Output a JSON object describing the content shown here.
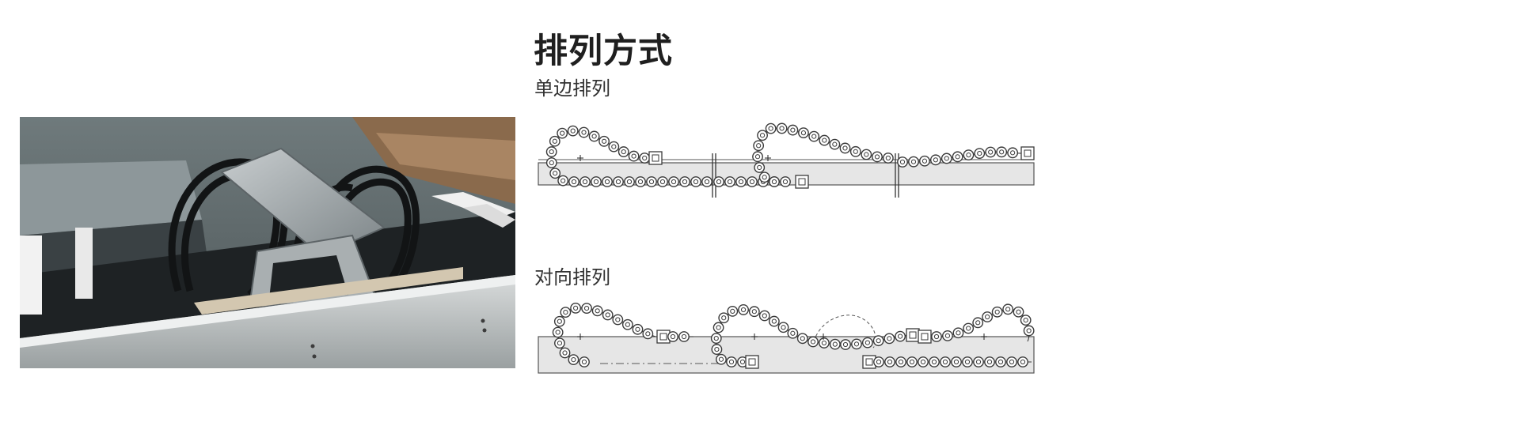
{
  "section": {
    "title": "排列方式",
    "single_side_label": "单边排列",
    "opposed_label": "对向排列"
  },
  "colors": {
    "chain_stroke": "#3a3a3a",
    "track_fill": "#e6e6e6",
    "track_stroke": "#555555"
  },
  "icons": {
    "mount_marker": "plus-mark"
  }
}
